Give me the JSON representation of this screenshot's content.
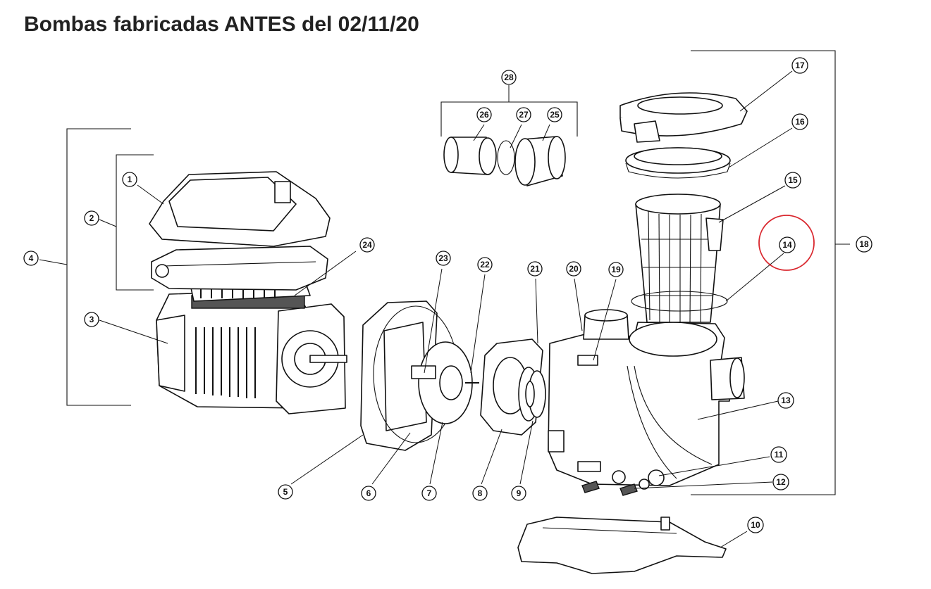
{
  "title": "Bombas fabricadas ANTES del 02/11/20",
  "highlight_color": "#d9272e",
  "callouts": {
    "c1": "1",
    "c2": "2",
    "c3": "3",
    "c4": "4",
    "c5": "5",
    "c6": "6",
    "c7": "7",
    "c8": "8",
    "c9": "9",
    "c10": "10",
    "c11": "11",
    "c12": "12",
    "c13": "13",
    "c14": "14",
    "c15": "15",
    "c16": "16",
    "c17": "17",
    "c18": "18",
    "c19": "19",
    "c20": "20",
    "c21": "21",
    "c22": "22",
    "c23": "23",
    "c24": "24",
    "c25": "25",
    "c26": "26",
    "c27": "27",
    "c28": "28"
  }
}
